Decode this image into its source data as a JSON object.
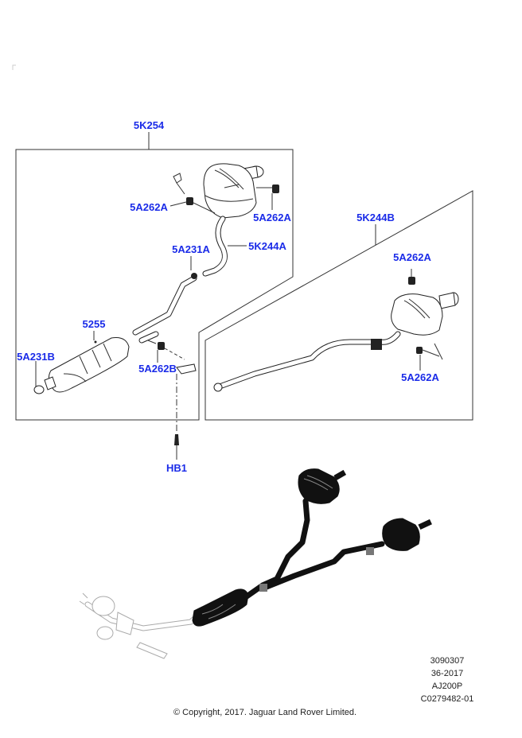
{
  "diagram": {
    "title": "Exhaust system parts illustration",
    "callouts": {
      "kit_left": "5K254",
      "kit_right": "5K244B",
      "left_rear_muffler_pipe": "5K244A",
      "clamp_a": "5A231A",
      "clamp_b": "5A231B",
      "center_muffler": "5255",
      "insulator_left_upper": "5A262A",
      "insulator_left_right": "5A262A",
      "insulator_b": "5A262B",
      "insulator_right_upper": "5A262A",
      "insulator_right_lower": "5A262A",
      "bolt": "HB1"
    }
  },
  "meta": {
    "lines": [
      "3090307",
      "36-2017",
      "AJ200P",
      "C0279482-01"
    ],
    "copyright": "© Copyright, 2017. Jaguar Land Rover Limited."
  },
  "colors": {
    "callout": "#1a2be8",
    "linework": "#333333",
    "highlight": "#111111",
    "context": "#aaaaaa"
  }
}
